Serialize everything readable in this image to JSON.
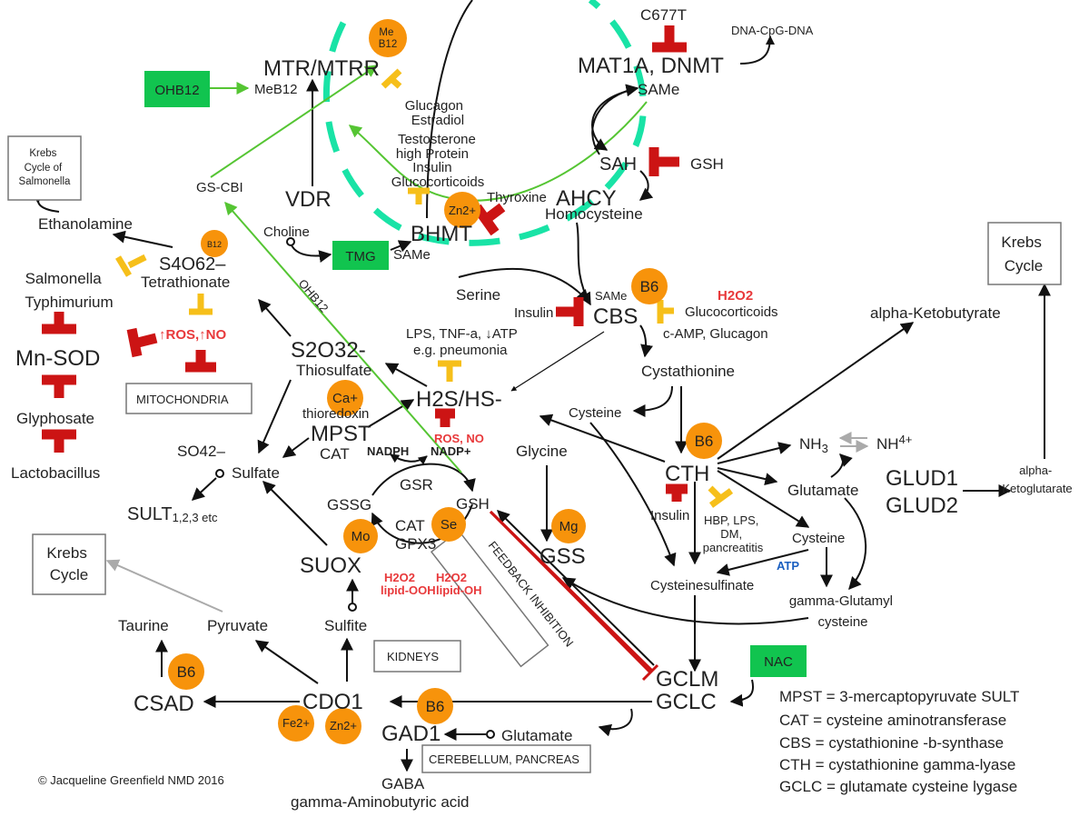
{
  "nodes": {
    "mtr": "MTR/MTRR",
    "mat1a": "MAT1A, DNMT",
    "c677t": "C677T",
    "dna": "DNA-CpG-DNA",
    "same_top": "SAMe",
    "sah": "SAH",
    "gsh_inhib": "GSH",
    "ahcy": "AHCY",
    "homocysteine": "Homocysteine",
    "meb12": "MeB12",
    "glucagon_list": [
      "Glucagon",
      "Estradiol",
      "Testosterone",
      "high Protein",
      "Insulin",
      "Glucocorticoids"
    ],
    "thyroxine": "Thyroxine",
    "bhmt": "BHMT",
    "vdr": "VDR",
    "gs_cbi": "GS-CBI",
    "choline": "Choline",
    "same_tmg": "SAMe",
    "krebs_salmonella": [
      "Krebs",
      "Cycle of",
      "Salmonella"
    ],
    "ethanolamine": "Ethanolamine",
    "salmonella": [
      "Salmonella",
      "Typhimurium"
    ],
    "s4o62": "S4O62–",
    "tetrathionate": "Tetrathionate",
    "ros_no_left": "↑ROS,↑NO",
    "mn_sod": "Mn-SOD",
    "mitochondria": "MITOCHONDRIA",
    "glyphosate": "Glyphosate",
    "lactobacillus": "Lactobacillus",
    "ohb12_diag": "OHB12",
    "s2o32": "S2O32-",
    "thiosulfate": "Thiosulfate",
    "lps": "LPS, TNF-a, ↓ATP",
    "pneumonia": "e.g. pneumonia",
    "serine": "Serine",
    "insulin_cbs": "Insulin",
    "same_cbs": "SAMe",
    "cbs": "CBS",
    "h2o2_red": "H2O2",
    "glucocorticoids": "Glucocorticoids",
    "camp": "c-AMP, Glucagon",
    "cystathionine": "Cystathionine",
    "alpha_keto": "alpha-Ketobutyrate",
    "krebs_right": [
      "Krebs",
      "Cycle"
    ],
    "h2s": "H2S/HS-",
    "ros_no_mid": "ROS, NO",
    "nadp_plus": "NADP+",
    "nadph": "NADPH",
    "thioredoxin": "thioredoxin",
    "mpst": "MPST",
    "cat_mpst": "CAT",
    "so42": "SO42–",
    "sulfate": "Sulfate",
    "sult": "SULT",
    "sult_sub": "1,2,3 etc",
    "cysteine_mid": "Cysteine",
    "glycine": "Glycine",
    "cth": "CTH",
    "nh3": "NH",
    "nh3_sub": "3",
    "nh4": "NH",
    "nh4_sub": "4+",
    "glutamate_right": "Glutamate",
    "glud1": "GLUD1",
    "glud2": "GLUD2",
    "alpha_keto_glut": [
      "alpha-",
      "Ketoglutarate"
    ],
    "gsr": "GSR",
    "gssg": "GSSG",
    "gsh": "GSH",
    "cat_gpx": "CAT",
    "gpx3": "GPX3",
    "h2o2_left": "H2O2",
    "lipid_ooh": "lipid-OOH",
    "h2o2_right": "H2O2",
    "lipid_oh": "lipid-OH",
    "suox": "SUOX",
    "gss": "GSS",
    "feedback": "FEEDBACK INHIBITION",
    "insulin_cth": "Insulin",
    "hbp": [
      "HBP, LPS,",
      "DM,",
      "pancreatitis"
    ],
    "cysteine_right": "Cysteine",
    "atp": "ATP",
    "cysteinesulfinate": "Cysteinesulfinate",
    "gamma_glutamyl": [
      "gamma-Glutamyl",
      "cysteine"
    ],
    "krebs_left": [
      "Krebs",
      "Cycle"
    ],
    "taurine": "Taurine",
    "pyruvate": "Pyruvate",
    "sulfite": "Sulfite",
    "kidneys": "KIDNEYS",
    "csad": "CSAD",
    "cdo1": "CDO1",
    "gclm": "GCLM",
    "gclc": "GCLC",
    "gad1": "GAD1",
    "glutamate_bottom": "Glutamate",
    "cerebellum": "CEREBELLUM, PANCREAS",
    "gaba": "GABA",
    "gaba_full": "gamma-Aminobutyric acid",
    "copyright": "© Jacqueline Greenfield NMD 2016"
  },
  "cofactors": {
    "meb12_circle": [
      "Me",
      "B12"
    ],
    "b12": "B12",
    "zn_top": "Zn2+",
    "b6_cbs": "B6",
    "ca": "Ca+",
    "b6_cth": "B6",
    "se": "Se",
    "mo": "Mo",
    "mg": "Mg",
    "b6_csad": "B6",
    "fe": "Fe2+",
    "zn_bottom": "Zn2+",
    "b6_gad": "B6"
  },
  "green_boxes": {
    "ohb12": "OHB12",
    "tmg": "TMG",
    "nac": "NAC"
  },
  "legend": [
    "MPST = 3-mercaptopyruvate SULT",
    "CAT = cysteine aminotransferase",
    "CBS = cystathionine -b-synthase",
    "CTH = cystathionine gamma-lyase",
    "GCLC = glutamate cysteine lygase"
  ],
  "colors": {
    "cofactor": "#f7930b",
    "supplement": "#11c44f",
    "inhibitor_red": "#cc1414",
    "inhibitor_yellow": "#f6bf1a",
    "alert_text": "#e8393b",
    "cycle_dash": "#19e3a6"
  }
}
